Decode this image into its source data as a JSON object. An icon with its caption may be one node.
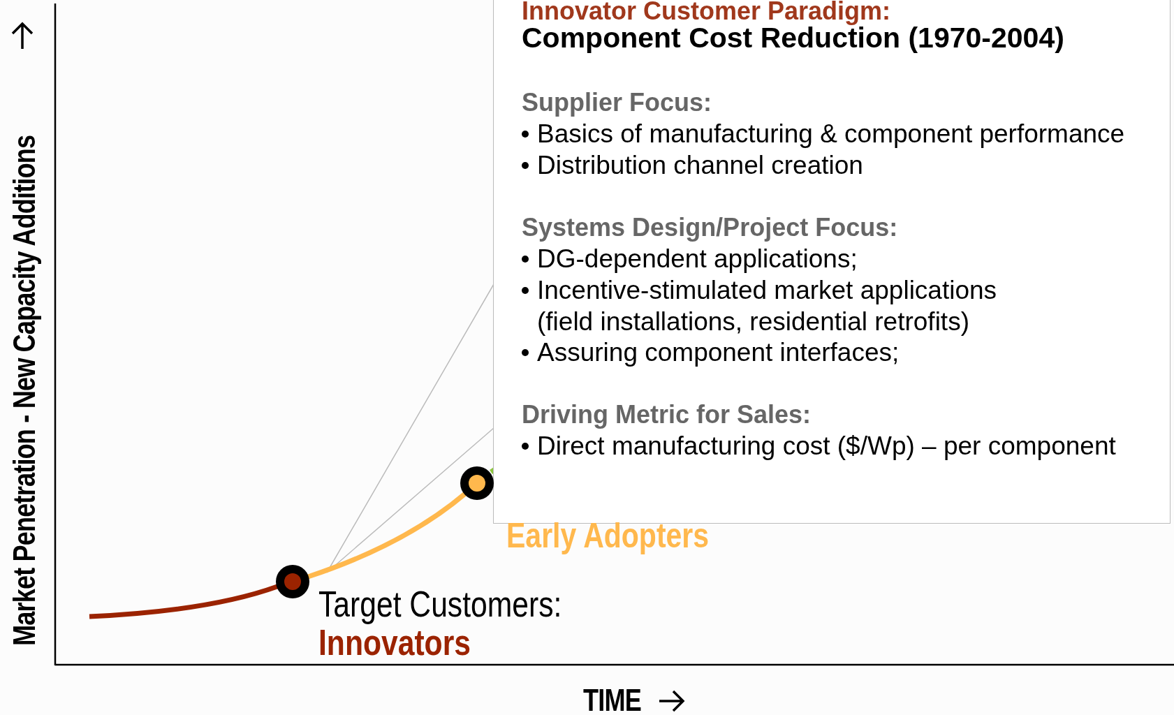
{
  "diagram": {
    "nodes": [
      {
        "text": [
          "Innovator Customer Paradigm:",
          "Component Cost Reduction (1970-2004)",
          "Supplier Focus:",
          "Basics of manufacturing & component performance",
          "Distribution channel creation",
          "Systems Design/Project Focus:",
          "DG-dependent applications;",
          "Incentive-stimulated market applications (field installations, residential retrofits)",
          "Assuring component interfaces;",
          "Driving Metric for Sales:",
          "Direct manufacturing cost ($/Wp) – per component"
        ]
      },
      {
        "text": [],
        "shape": "circle",
        "beside": [
          "Target Customers:",
          "Innovators"
        ]
      },
      {
        "text": [],
        "shape": "circle"
      }
    ],
    "edges": [
      {
        "from": 0,
        "to": null,
        "arrow": "none",
        "color": "#bbbbbb"
      },
      {
        "from": null,
        "to": 1,
        "arrow": "none",
        "color": "#9b2300"
      },
      {
        "from": 1,
        "to": 2,
        "arrow": "none",
        "color": "#ffb84d"
      },
      {
        "from": 2,
        "to": 0,
        "arrow": "none",
        "color": "#8dc63f"
      }
    ],
    "labels": [
      "Early Adopters",
      "Market Penetration - New Capacity Additions",
      "TIME"
    ]
  }
}
